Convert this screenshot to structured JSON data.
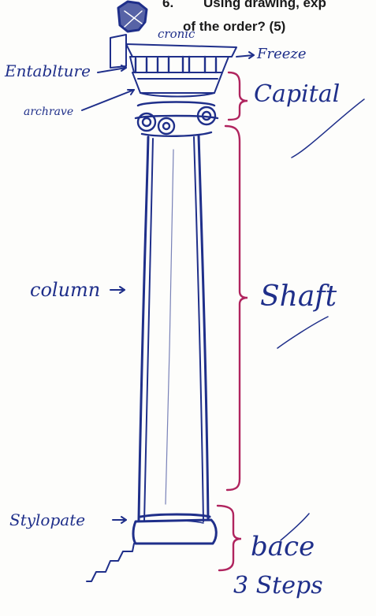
{
  "question": {
    "number": "6.",
    "line1": "Using drawing, exp",
    "line2": "of the order? (5)"
  },
  "labels": {
    "entablature": "Entablture",
    "architrave": "archrave",
    "cornice": "cronic",
    "frieze": "Freeze",
    "capital": "Capital",
    "column": "column",
    "shaft": "Shaft",
    "stylobate": "Stylopate",
    "base": "bace",
    "steps": "3 Steps"
  },
  "colors": {
    "ink": "#1f2f8a",
    "bracket": "#b0245e",
    "print": "#1a1a1a"
  }
}
